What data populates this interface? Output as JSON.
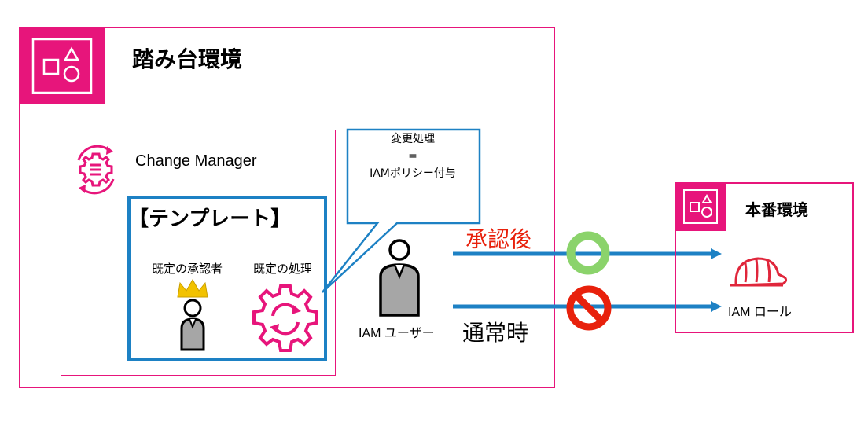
{
  "bastion": {
    "title": "踏み台環境"
  },
  "change_manager": {
    "label": "Change Manager"
  },
  "template": {
    "title": "【テンプレート】",
    "approver_label": "既定の承認者",
    "process_label": "既定の処理"
  },
  "callout": {
    "line1": "変更処理",
    "line2": "=",
    "line3": "IAMポリシー付与"
  },
  "iam_user": {
    "label": "IAM ユーザー"
  },
  "arrows": {
    "after_approval": "承認後",
    "normal_time": "通常時"
  },
  "production": {
    "title": "本番環境"
  },
  "iam_role": {
    "label": "IAM ロール"
  },
  "colors": {
    "env_border": "#e7157b",
    "template_border": "#1d81c4",
    "arrow": "#1d81c4",
    "after_approval_text": "#e8210c",
    "allow": "#8bd36b",
    "deny": "#e8210c",
    "crown": "#f2c200",
    "user": "#a6a6a6"
  },
  "icons": {
    "environment": "shapes-icon",
    "change_manager": "gear-cycle-icon",
    "approver": "crowned-user-icon",
    "process": "gear-cycle-icon",
    "iam_user": "user-icon",
    "allow": "allow-circle-icon",
    "deny": "no-entry-icon",
    "iam_role": "hard-hat-icon"
  }
}
